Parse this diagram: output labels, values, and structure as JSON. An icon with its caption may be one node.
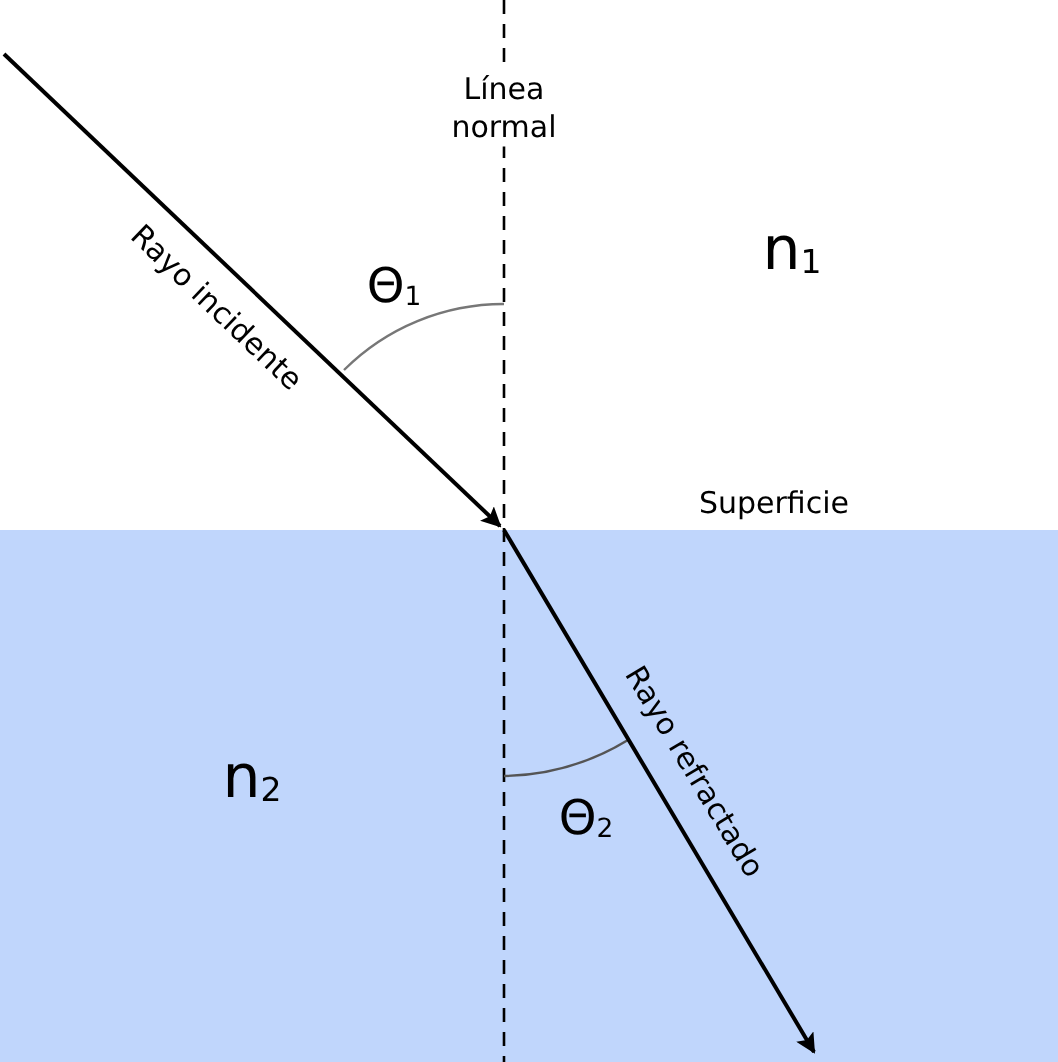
{
  "diagram": {
    "labels": [
      "Línea normal",
      "n$_{1}$",
      "Θ$_{1}$",
      "Rayo incidente",
      "Superficie",
      "n$_{2}$",
      "Θ$_{2}$",
      "Rayo refractado"
    ]
  }
}
